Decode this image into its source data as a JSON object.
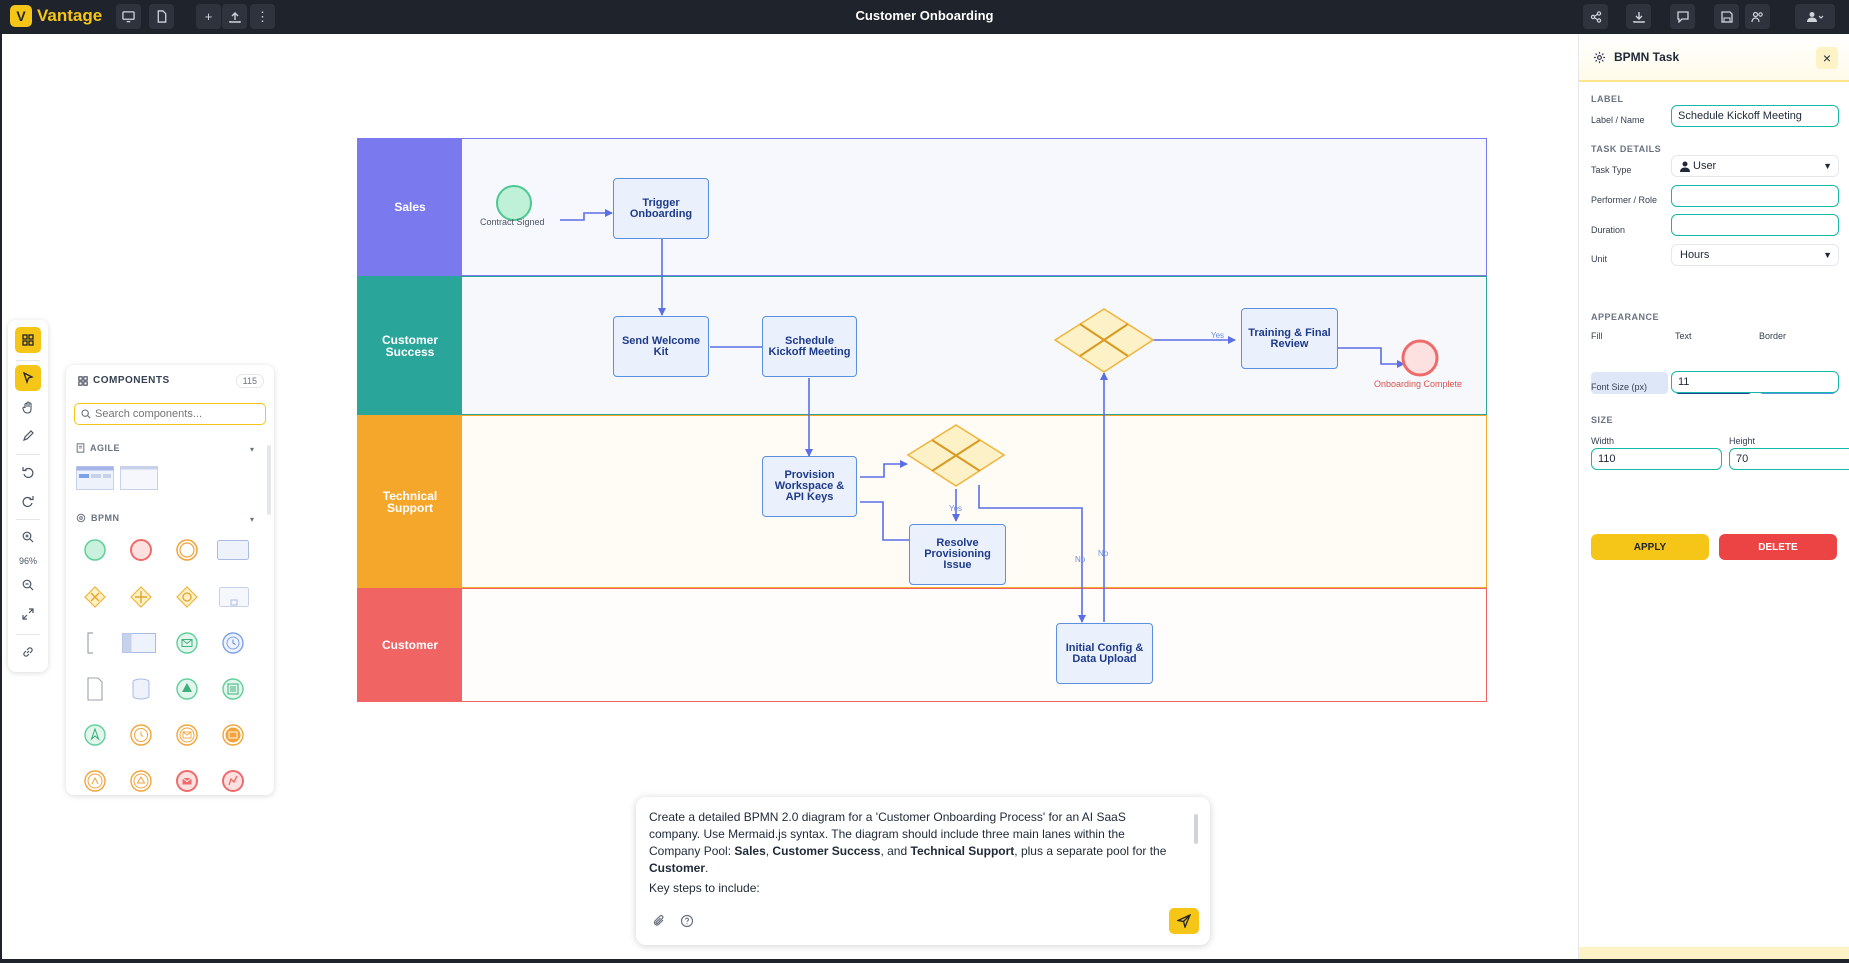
{
  "app": {
    "name": "Vantage",
    "logo_letter": "V",
    "document_title": "Customer Onboarding"
  },
  "left_toolbar": {
    "zoom": "96%"
  },
  "components": {
    "title": "COMPONENTS",
    "count": "115",
    "search_placeholder": "Search components...",
    "sections": {
      "agile": "AGILE",
      "bpmn": "BPMN"
    }
  },
  "diagram": {
    "lanes": {
      "sales": "Sales",
      "customer_success": "Customer Success",
      "technical_support": "Technical Support",
      "customer": "Customer"
    },
    "tasks": {
      "trigger": "Trigger Onboarding",
      "welcome": "Send Welcome Kit",
      "kickoff": "Schedule Kickoff Meeting",
      "provision": "Provision Workspace & API Keys",
      "resolve": "Resolve Provisioning Issue",
      "config": "Initial Config & Data Upload",
      "training": "Training & Final Review"
    },
    "events": {
      "start": "Contract Signed",
      "end": "Onboarding Complete"
    },
    "flow_labels": {
      "yes1": "Yes",
      "yes2": "Yes",
      "no1": "No",
      "no2": "No"
    },
    "colors": {
      "sales": "#7b79ee",
      "customer_success": "#2aa59a",
      "technical_support": "#f5a72c",
      "customer": "#f06464",
      "flow": "#5c6ee6"
    }
  },
  "chat": {
    "line1_pre": "Create a detailed BPMN 2.0 diagram for a 'Customer Onboarding Process' for an AI SaaS company. Use Mermaid.js syntax. The diagram should include three main lanes within the Company Pool: ",
    "bold_sales": "Sales",
    "comma": ", ",
    "bold_cs": "Customer Success",
    "and": ", and ",
    "bold_ts": "Technical Support",
    "line1_post": ", plus a separate pool for the ",
    "bold_customer": "Customer",
    "period": ".",
    "line2": "Key steps to include:"
  },
  "props": {
    "title": "BPMN Task",
    "sections": {
      "label": "LABEL",
      "task_details": "TASK DETAILS",
      "appearance": "APPEARANCE",
      "size": "SIZE"
    },
    "fields": {
      "label_name": "Label / Name",
      "task_type": "Task Type",
      "performer": "Performer / Role",
      "duration": "Duration",
      "unit": "Unit",
      "fill": "Fill",
      "text": "Text",
      "border": "Border",
      "font_size": "Font Size (px)",
      "width": "Width",
      "height": "Height"
    },
    "values": {
      "label_name": "Schedule Kickoff Meeting",
      "task_type": "User",
      "performer": "",
      "duration": "",
      "unit": "Hours",
      "font_size": "11",
      "width": "110",
      "height": "70"
    },
    "colors": {
      "fill": "#dde7f7",
      "text": "#253f91",
      "border": "#5b8fe8"
    },
    "buttons": {
      "apply": "APPLY",
      "delete": "DELETE"
    }
  }
}
